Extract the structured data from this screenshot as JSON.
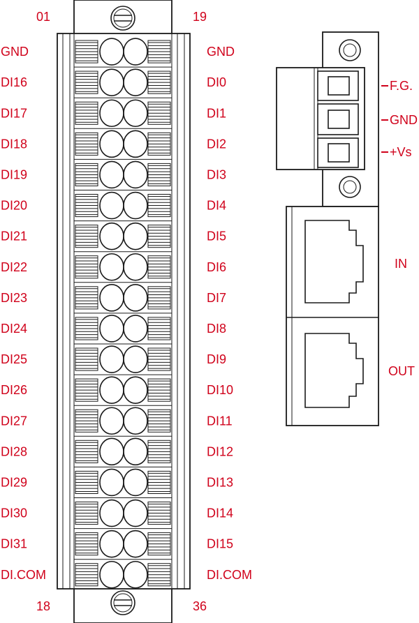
{
  "terminal_block": {
    "pin_top_left": "01",
    "pin_top_right": "19",
    "pin_bottom_left": "18",
    "pin_bottom_right": "36",
    "left_labels": [
      "GND",
      "DI16",
      "DI17",
      "DI18",
      "DI19",
      "DI20",
      "DI21",
      "DI22",
      "DI23",
      "DI24",
      "DI25",
      "DI26",
      "DI27",
      "DI28",
      "DI29",
      "DI30",
      "DI31",
      "DI.COM"
    ],
    "right_labels": [
      "GND",
      "DI0",
      "DI1",
      "DI2",
      "DI3",
      "DI4",
      "DI5",
      "DI6",
      "DI7",
      "DI8",
      "DI9",
      "DI10",
      "DI11",
      "DI12",
      "DI13",
      "DI14",
      "DI15",
      "DI.COM"
    ]
  },
  "power_connector": {
    "labels": [
      "F.G.",
      "GND",
      "+Vs"
    ]
  },
  "network_ports": {
    "in_label": "IN",
    "out_label": "OUT"
  },
  "colors": {
    "label": "#d0021b",
    "line": "#1a1a1a"
  }
}
